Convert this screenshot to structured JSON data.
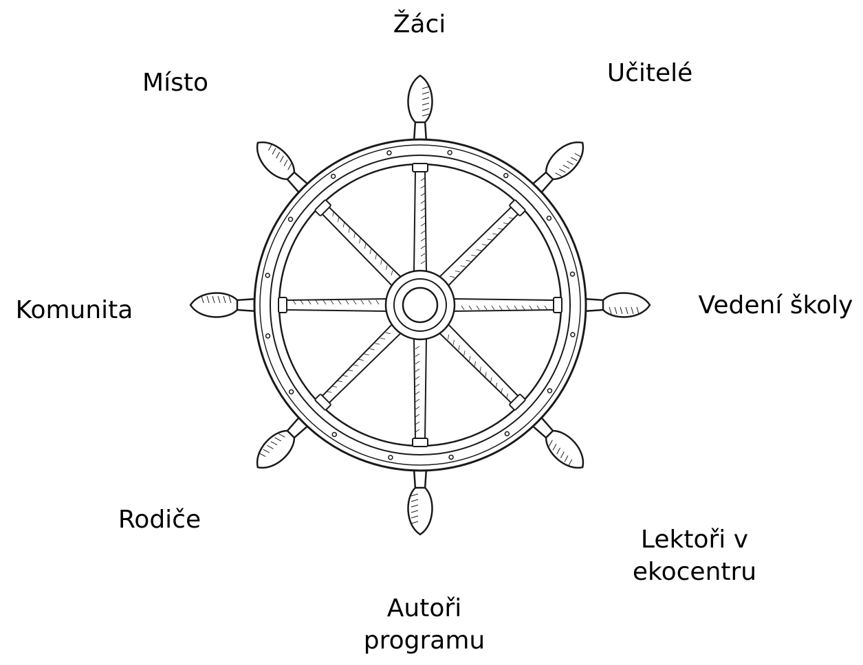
{
  "diagram": {
    "labels": {
      "zaci": "Žáci",
      "ucitele": "Učitelé",
      "misto": "Místo",
      "komunita": "Komunita",
      "vedeni": "Vedení školy",
      "rodice": "Rodiče",
      "lektori": [
        "Lektoři v",
        "ekocentru"
      ],
      "autori": [
        "Autoři",
        "programu"
      ]
    },
    "wheel": {
      "spokes": 8,
      "icon": "ship-wheel-icon",
      "stroke_color": "#1a1a1a",
      "fill_color": "#ffffff"
    }
  }
}
